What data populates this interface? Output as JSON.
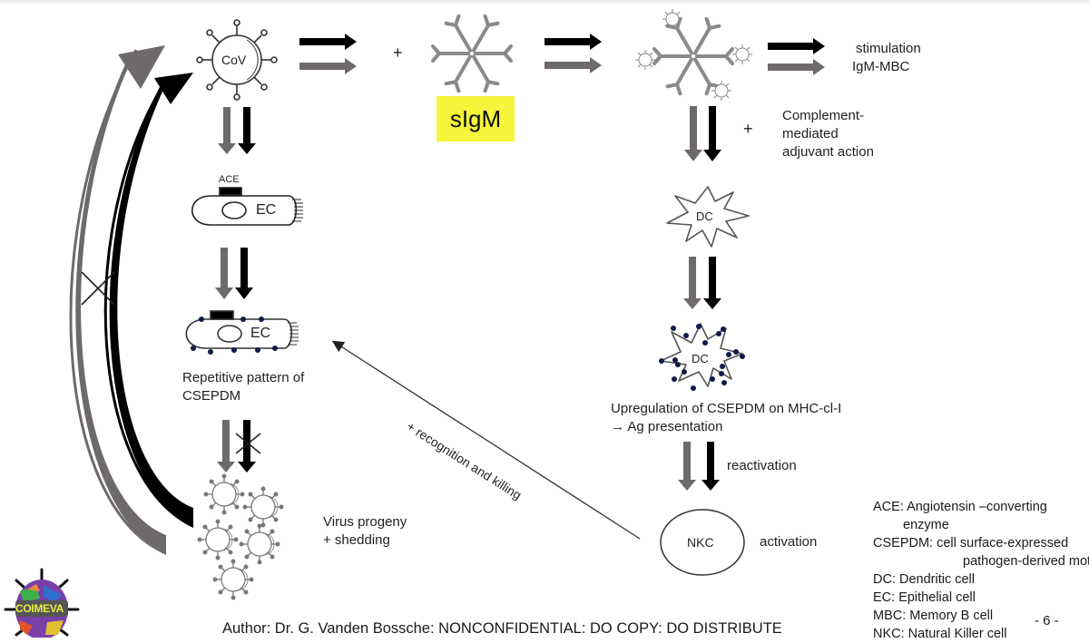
{
  "slide": {
    "page_number": "- 6 -",
    "footer": "Author: Dr. G. Vanden Bossche: NONCONFIDENTIAL: DO COPY: DO DISTRIBUTE",
    "logo_text": "COIMEVA"
  },
  "nodes": {
    "cov": "CoV",
    "plus_top": "+",
    "sigm": "sIgM",
    "stimulation_line1": "stimulation",
    "stimulation_line2": "IgM-MBC",
    "plus_complement": "+",
    "complement_line1": "Complement-",
    "complement_line2": "mediated",
    "complement_line3": "adjuvant action",
    "ace": "ACE",
    "ec1": "EC",
    "ec2": "EC",
    "repetitive_line1": "Repetitive pattern of",
    "repetitive_line2": "CSEPDM",
    "dc1": "DC",
    "dc2": "DC",
    "upregulation_line1": "Upregulation of CSEPDM on MHC-cl-I",
    "upregulation_line2": "→ Ag presentation",
    "reactivation": "reactivation",
    "nkc": "NKC",
    "activation": "activation",
    "virus_progeny_line1": "Virus progeny",
    "virus_progeny_line2": "+ shedding",
    "recognition": "+ recognition and killing"
  },
  "legend": [
    {
      "line1": "ACE: Angiotensin –converting",
      "line2": "enzyme"
    },
    {
      "line1": "CSEPDM: cell surface-expressed",
      "line2": "pathogen-derived motif"
    },
    {
      "line1": "DC: Dendritic cell"
    },
    {
      "line1": "EC: Epithelial cell"
    },
    {
      "line1": "MBC: Memory B cell"
    },
    {
      "line1": "NKC: Natural Killer cell"
    }
  ],
  "colors": {
    "highlight": "#f5f53b",
    "arrow_black": "#000000",
    "arrow_gray": "#6e6a6a",
    "antibody_gray": "#8a8a8a",
    "motif_dot": "#0d1a4a"
  }
}
